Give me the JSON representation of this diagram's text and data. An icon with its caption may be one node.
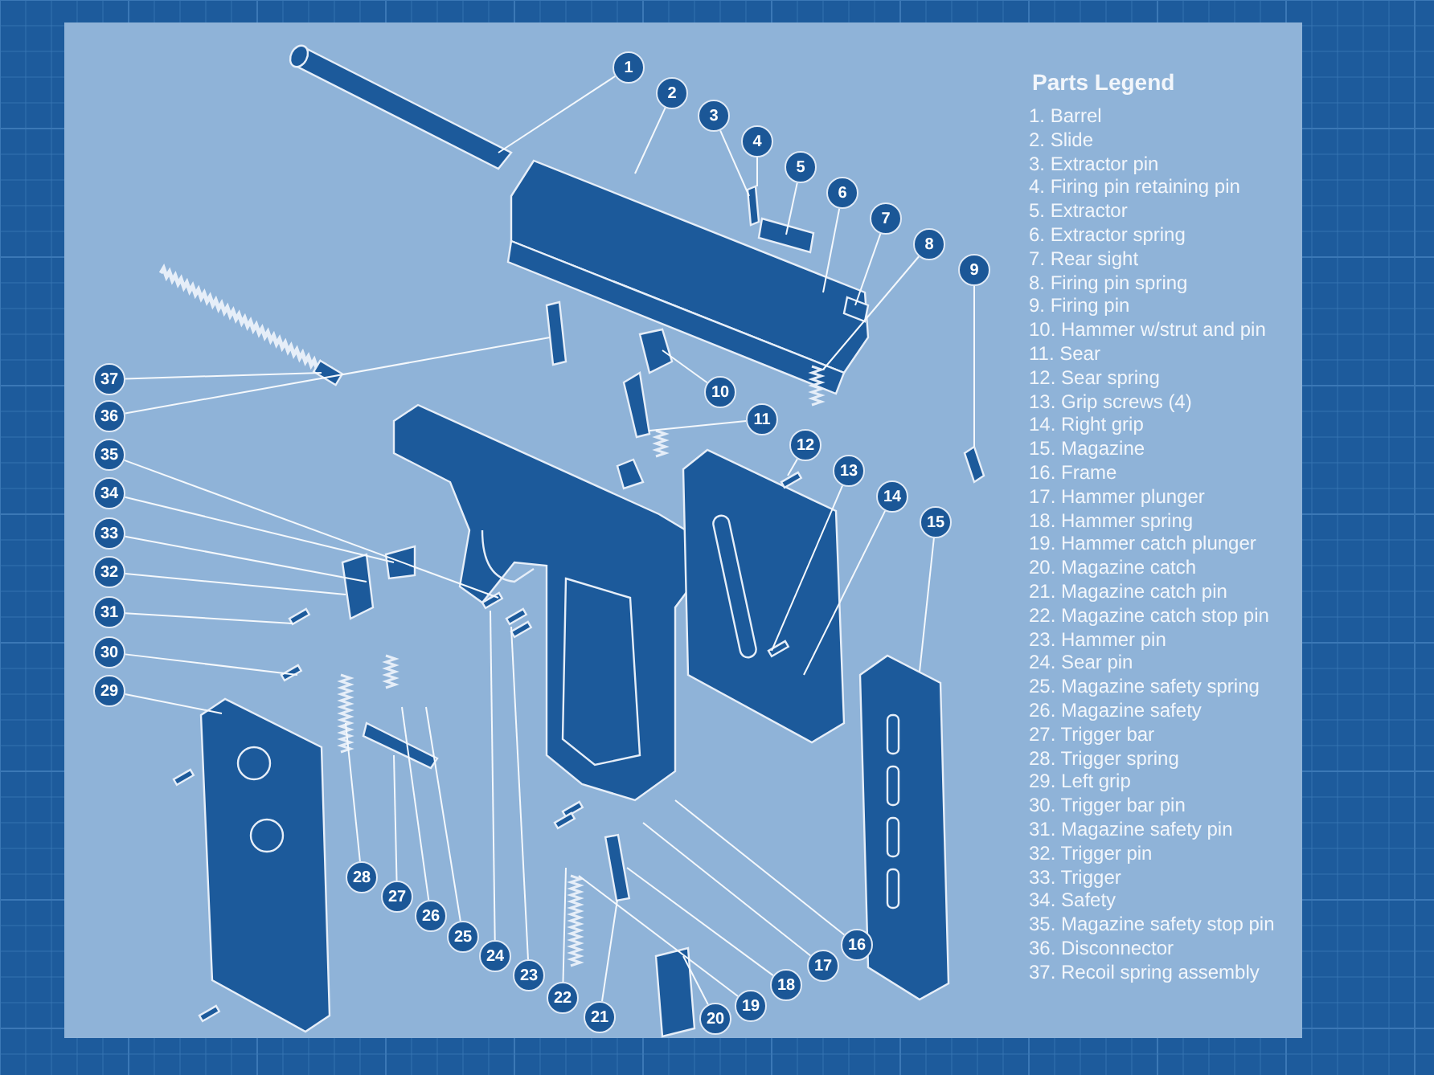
{
  "diagram": {
    "nodes": [
      {
        "text": [
          "1"
        ]
      },
      {
        "text": [
          "2"
        ]
      },
      {
        "text": [
          "3"
        ]
      },
      {
        "text": [
          "4"
        ]
      },
      {
        "text": [
          "5"
        ]
      },
      {
        "text": [
          "6"
        ]
      },
      {
        "text": [
          "7"
        ]
      },
      {
        "text": [
          "8"
        ]
      },
      {
        "text": [
          "9"
        ]
      },
      {
        "text": [
          "10"
        ]
      },
      {
        "text": [
          "11"
        ]
      },
      {
        "text": [
          "12"
        ]
      },
      {
        "text": [
          "13"
        ]
      },
      {
        "text": [
          "14"
        ]
      },
      {
        "text": [
          "15"
        ]
      },
      {
        "text": [
          "16"
        ]
      },
      {
        "text": [
          "17"
        ]
      },
      {
        "text": [
          "18"
        ]
      },
      {
        "text": [
          "19"
        ]
      },
      {
        "text": [
          "20"
        ]
      },
      {
        "text": [
          "21"
        ]
      },
      {
        "text": [
          "22"
        ]
      },
      {
        "text": [
          "23"
        ]
      },
      {
        "text": [
          "24"
        ]
      },
      {
        "text": [
          "25"
        ]
      },
      {
        "text": [
          "26"
        ]
      },
      {
        "text": [
          "27"
        ]
      },
      {
        "text": [
          "28"
        ]
      },
      {
        "text": [
          "29"
        ]
      },
      {
        "text": [
          "30"
        ]
      },
      {
        "text": [
          "31"
        ]
      },
      {
        "text": [
          "32"
        ]
      },
      {
        "text": [
          "33"
        ]
      },
      {
        "text": [
          "34"
        ]
      },
      {
        "text": [
          "35"
        ]
      },
      {
        "text": [
          "36"
        ]
      },
      {
        "text": [
          "37"
        ]
      }
    ],
    "edges": [
      {
        "from": 0,
        "to": null,
        "arrow": "none"
      },
      {
        "from": 1,
        "to": null,
        "arrow": "none"
      },
      {
        "from": 2,
        "to": null,
        "arrow": "none"
      },
      {
        "from": 3,
        "to": null,
        "arrow": "none"
      },
      {
        "from": 4,
        "to": null,
        "arrow": "none"
      },
      {
        "from": 5,
        "to": null,
        "arrow": "none"
      },
      {
        "from": 6,
        "to": null,
        "arrow": "none"
      },
      {
        "from": 7,
        "to": null,
        "arrow": "none"
      },
      {
        "from": 8,
        "to": null,
        "arrow": "none"
      },
      {
        "from": 9,
        "to": null,
        "arrow": "none"
      },
      {
        "from": 10,
        "to": null,
        "arrow": "none"
      },
      {
        "from": 11,
        "to": null,
        "arrow": "none"
      },
      {
        "from": 12,
        "to": null,
        "arrow": "none"
      },
      {
        "from": 13,
        "to": null,
        "arrow": "none"
      },
      {
        "from": 14,
        "to": null,
        "arrow": "none"
      },
      {
        "from": 15,
        "to": null,
        "arrow": "none"
      },
      {
        "from": 16,
        "to": null,
        "arrow": "none"
      },
      {
        "from": 17,
        "to": null,
        "arrow": "none"
      },
      {
        "from": 18,
        "to": null,
        "arrow": "none"
      },
      {
        "from": 19,
        "to": null,
        "arrow": "none"
      },
      {
        "from": 20,
        "to": null,
        "arrow": "none"
      },
      {
        "from": 21,
        "to": null,
        "arrow": "none"
      },
      {
        "from": 22,
        "to": null,
        "arrow": "none"
      },
      {
        "from": 23,
        "to": null,
        "arrow": "none"
      },
      {
        "from": 24,
        "to": null,
        "arrow": "none"
      },
      {
        "from": 25,
        "to": null,
        "arrow": "none"
      },
      {
        "from": 26,
        "to": null,
        "arrow": "none"
      },
      {
        "from": 27,
        "to": null,
        "arrow": "none"
      },
      {
        "from": 28,
        "to": null,
        "arrow": "none"
      },
      {
        "from": 29,
        "to": null,
        "arrow": "none"
      },
      {
        "from": 30,
        "to": null,
        "arrow": "none"
      },
      {
        "from": 31,
        "to": null,
        "arrow": "none"
      },
      {
        "from": 32,
        "to": null,
        "arrow": "none"
      },
      {
        "from": 33,
        "to": null,
        "arrow": "none"
      },
      {
        "from": 34,
        "to": null,
        "arrow": "none"
      },
      {
        "from": 35,
        "to": null,
        "arrow": "none"
      },
      {
        "from": 36,
        "to": null,
        "arrow": "none"
      }
    ],
    "labels": [
      "Parts Legend",
      "1. Barrel",
      "2. Slide",
      "3. Extractor pin",
      "4. Firing pin retaining pin",
      "5. Extractor",
      "6. Extractor spring",
      "7. Rear sight",
      "8. Firing pin spring",
      "9. Firing pin",
      "10. Hammer w/strut and pin",
      "11. Sear",
      "12. Sear spring",
      "13. Grip screws (4)",
      "14. Right grip",
      "15. Magazine",
      "16. Frame",
      "17. Hammer plunger",
      "18. Hammer spring",
      "19. Hammer catch plunger",
      "20. Magazine catch",
      "21. Magazine catch pin",
      "22. Magazine catch stop pin",
      "23. Hammer pin",
      "24. Sear pin",
      "25. Magazine safety spring",
      "26. Magazine safety",
      "27. Trigger bar",
      "28. Trigger spring",
      "29. Left grip",
      "30. Trigger bar pin",
      "31. Magazine safety pin",
      "32. Trigger pin",
      "33. Trigger",
      "34. Safety",
      "35. Magazine safety stop pin",
      "36. Disconnector",
      "37. Recoil spring assembly"
    ]
  }
}
